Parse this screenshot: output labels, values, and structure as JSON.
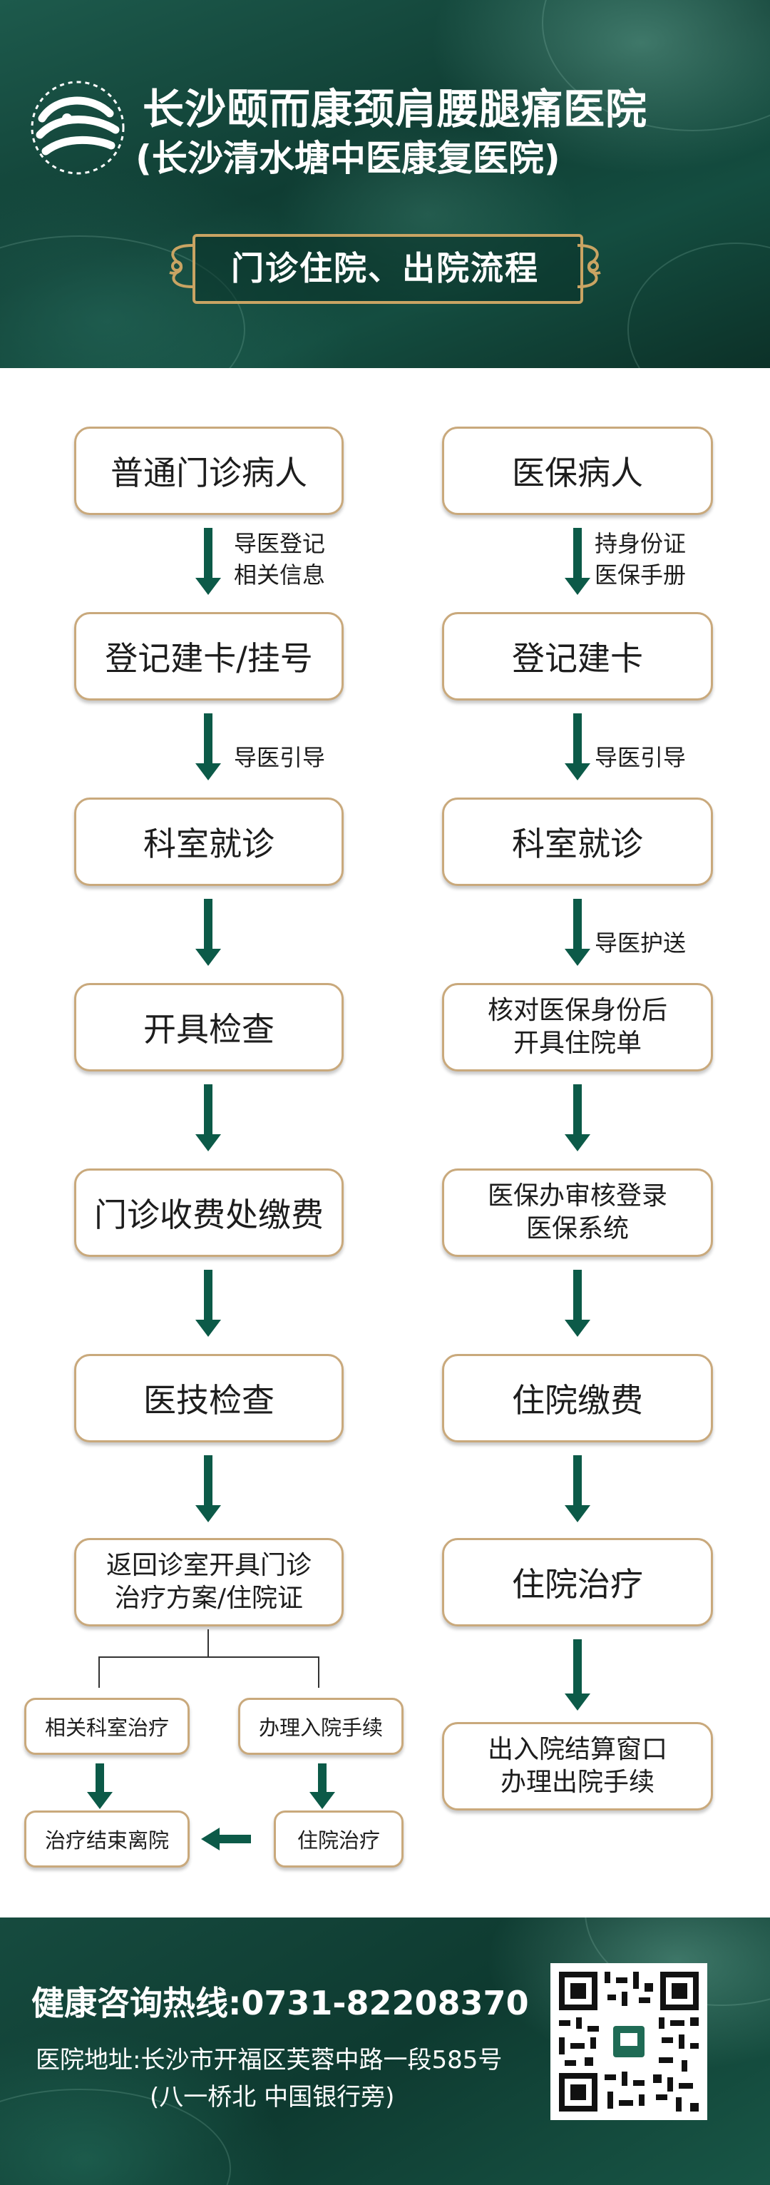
{
  "header": {
    "title_line1": "长沙颐而康颈肩腰腿痛医院",
    "title_line2": "(长沙清水塘中医康复医院)",
    "banner": "门诊住院、出院流程"
  },
  "left_flow": {
    "step1": "普通门诊病人",
    "note1a": "导医登记",
    "note1b": "相关信息",
    "step2": "登记建卡/挂号",
    "note2": "导医引导",
    "step3": "科室就诊",
    "step4": "开具检查",
    "step5": "门诊收费处缴费",
    "step6": "医技检查",
    "step7a": "返回诊室开具门诊",
    "step7b": "治疗方案/住院证",
    "branch_left": "相关科室治疗",
    "branch_right": "办理入院手续",
    "end_left": "治疗结束离院",
    "end_right": "住院治疗"
  },
  "right_flow": {
    "step1": "医保病人",
    "note1a": "持身份证",
    "note1b": "医保手册",
    "step2": "登记建卡",
    "note2": "导医引导",
    "step3": "科室就诊",
    "note3": "导医护送",
    "step4a": "核对医保身份后",
    "step4b": "开具住院单",
    "step5a": "医保办审核登录",
    "step5b": "医保系统",
    "step6": "住院缴费",
    "step7": "住院治疗",
    "step8a": "出入院结算窗口",
    "step8b": "办理出院手续"
  },
  "footer": {
    "hotline": "健康咨询热线:0731-82208370",
    "address_line1": "医院地址:长沙市开福区芙蓉中路一段585号",
    "address_line2": "(八一桥北 中国银行旁)",
    "qr_icon": "qr-code-icon"
  },
  "colors": {
    "header_green": "#0f3d33",
    "box_border": "#c9a97c",
    "arrow_green": "#0c5a48",
    "banner_gold": "#c9a463"
  }
}
